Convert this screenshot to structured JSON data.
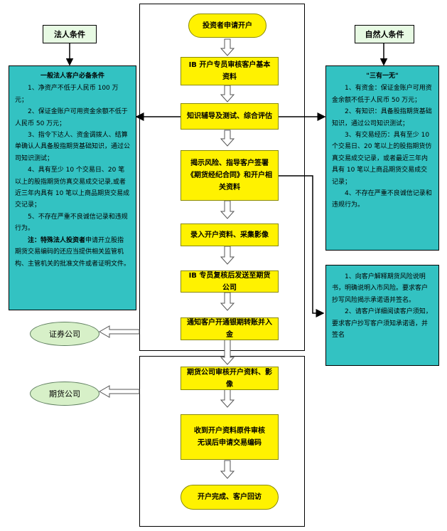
{
  "left_panel": {
    "title": "法人条件",
    "header": "一般法人客户必备条件",
    "items": [
      "1、净资产不低于人民币 100 万元；",
      "2、保证金账户可用资金余额不低于人民币 50 万元；",
      "3、指令下达人、资金调拨人、结算单确认人具备股指期货基础知识，通过公司知识测试；",
      "4、具有至少 10 个交易日、20 笔以上的股指期货仿真交易成交记录,或者近三年内具有 10 笔以上商品期货交易成交记录；",
      "5、不存在严重不良诚信记录和违规行为。"
    ],
    "note_label": "注：",
    "note_bold": "特殊法人投资者",
    "note_rest": "申请开立股指期货交易编码的还应当提供相关监管机构、主管机关的批准文件或者证明文件。"
  },
  "right_panel": {
    "title": "自然人条件",
    "header": "\"三有一无\"",
    "items": [
      "1、有资金：保证金账户可用资金余额不低于人民币 50 万元；",
      "2、有知识：具备股指期货基础知识，通过公司知识测试；",
      "3、有交易经历：具有至少 10 个交易日、20 笔以上的股指期货仿真交易成交记录，或者最近三年内具有 10 笔以上商品期货交易成交记录；",
      "4、不存在严重不良诚信记录和违规行为。"
    ]
  },
  "risk_note": {
    "items": [
      "1、向客户解释期货风险说明书，明确说明入市风险。要求客户抄写风险揭示承诺语并签名。",
      "2、请客户详细阅读客户须知，要求客户抄写客户须知承诺语，并签名"
    ]
  },
  "flow_upper": [
    "投资者申请开户",
    "IB 开户专员审核客户基本资料",
    "知识辅导及测试、综合评估",
    "揭示风险、指导客户签署《期货经纪合同》和开户相关资料",
    "录入开户资料、采集影像",
    "IB 专员复核后发送至期货公司",
    "通知客户开通银期转账并入金"
  ],
  "flow_lower": [
    "期货公司审核开户资料、影像",
    "收到开户资料原件审核无误后申请交易编码",
    "开户完成、客户回访"
  ],
  "entities": {
    "securities": "证券公司",
    "futures": "期货公司"
  },
  "colors": {
    "flow_fill": "#fff200",
    "condition_fill": "#33c2c2",
    "title_fill": "#e7fae3",
    "entity_fill": "#d7f0c8"
  }
}
